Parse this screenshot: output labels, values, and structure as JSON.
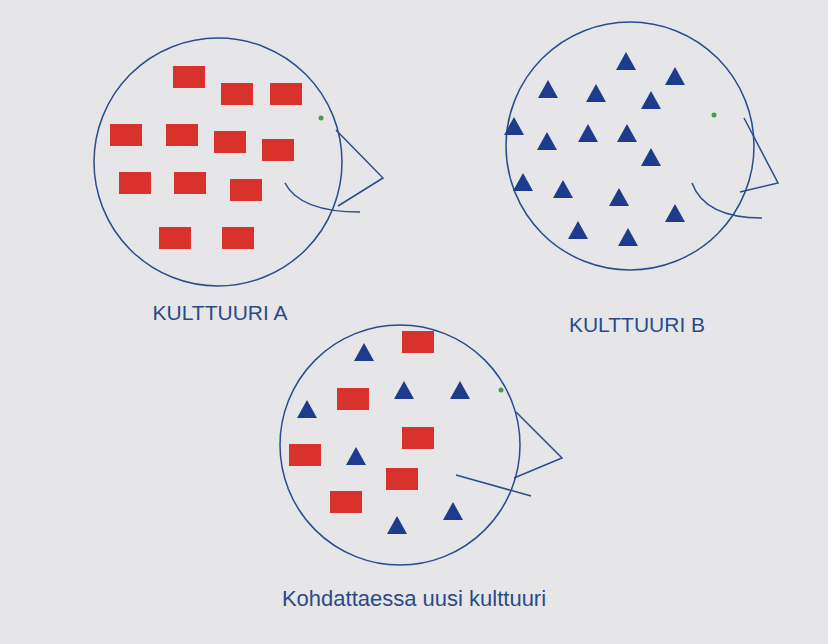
{
  "diagram": {
    "labels": [
      "KULTTUURI A",
      "KULTTUURI B",
      "Kohdattaessa uusi kulttuuri"
    ]
  }
}
